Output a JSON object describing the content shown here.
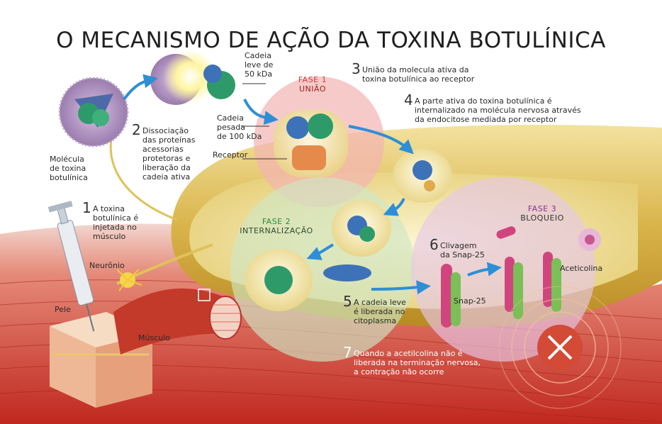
{
  "title": "O MECANISMO DE AÇÃO  DA TOXINA BOTULÍNICA",
  "colors": {
    "muscle_red": "#c9302a",
    "nerve_gold": "#e2c55a",
    "phase1_pink": "#f4b3b3",
    "phase2_green": "#cfe7c4",
    "phase3_purple": "#e6c8e8",
    "arrow_blue": "#2d8fd6",
    "phase1_text": "#d63a3a",
    "phase2_text": "#2a8a3a",
    "phase3_text": "#8a2f8a"
  },
  "labels": {
    "molecule": "Molécula\nde toxina\nbotulínica",
    "light_chain": "Cadeia\nleve de\n50 kDa",
    "heavy_chain": "Cadeia\npesada\nde 100 kDa",
    "receptor": "Receptor",
    "neuron": "Neurônio",
    "skin": "Pele",
    "muscle": "Músculo",
    "snap25": "Snap-25",
    "acetylcholine": "Aceticolina"
  },
  "phases": {
    "phase1": {
      "name": "FASE 1",
      "sub": "UNIÃO"
    },
    "phase2": {
      "name": "FASE 2",
      "sub": "INTERNALIZAÇÃO"
    },
    "phase3": {
      "name": "FASE 3",
      "sub": "BLOQUEIO"
    }
  },
  "steps": [
    {
      "num": "1",
      "text": "A toxina\nbotulínica é\ninjetada no\nmúsculo"
    },
    {
      "num": "2",
      "text": "Dissociação\ndas proteínas\nacessorias\nprotetoras e\nliberação da\ncadeia ativa"
    },
    {
      "num": "3",
      "text": "União da molecula ativa da\ntoxina botulínica ao receptor"
    },
    {
      "num": "4",
      "text": "A parte ativa do toxina botulínica é\ninternalizado na molécula nervosa através\nda endocitose mediada por receptor"
    },
    {
      "num": "5",
      "text": "A cadeia leve\né liberada no\ncitoplasma"
    },
    {
      "num": "6",
      "text": "Clivagem\nda Snap-25"
    },
    {
      "num": "7",
      "text": "Quando a acetilcolina não é\nliberada na terminação nervosa,\na contração não ocorre"
    }
  ]
}
